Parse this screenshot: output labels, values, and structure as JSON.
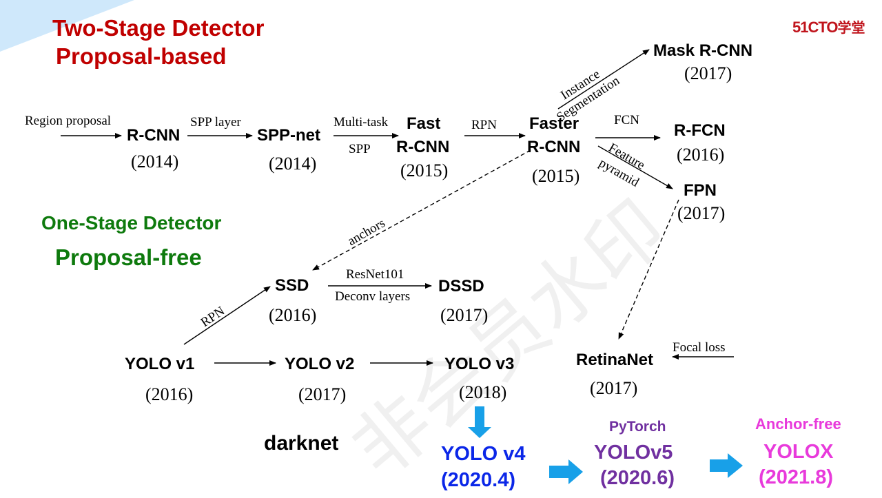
{
  "header": {
    "two_stage_title": "Two-Stage Detector",
    "two_stage_subtitle": "Proposal-based",
    "one_stage_title": "One-Stage Detector",
    "one_stage_subtitle": "Proposal-free"
  },
  "logo": {
    "text": "51CTO",
    "suffix": "学堂"
  },
  "watermark": "非会员水印",
  "nodes": {
    "rcnn": {
      "name": "R-CNN",
      "year": "(2014)"
    },
    "sppnet": {
      "name": "SPP-net",
      "year": "(2014)"
    },
    "fast_rcnn": {
      "name_line1": "Fast",
      "name_line2": "R-CNN",
      "year": "(2015)"
    },
    "faster_rcnn": {
      "name_line1": "Faster",
      "name_line2": "R-CNN",
      "year": "(2015)"
    },
    "mask_rcnn": {
      "name": "Mask R-CNN",
      "year": "(2017)"
    },
    "rfcn": {
      "name": "R-FCN",
      "year": "(2016)"
    },
    "fpn": {
      "name": "FPN",
      "year": "(2017)"
    },
    "ssd": {
      "name": "SSD",
      "year": "(2016)"
    },
    "dssd": {
      "name": "DSSD",
      "year": "(2017)"
    },
    "yolo1": {
      "name": "YOLO v1",
      "year": "(2016)"
    },
    "yolo2": {
      "name": "YOLO v2",
      "year": "(2017)"
    },
    "yolo3": {
      "name": "YOLO v3",
      "year": "(2018)"
    },
    "retinanet": {
      "name": "RetinaNet",
      "year": "(2017)"
    },
    "yolo4": {
      "name": "YOLO v4",
      "year": "(2020.4)"
    },
    "yolo5": {
      "name": "YOLOv5",
      "year": "(2020.6)",
      "tag": "PyTorch"
    },
    "yolox": {
      "name": "YOLOX",
      "year": "(2021.8)",
      "tag": "Anchor-free"
    },
    "darknet": {
      "name": "darknet"
    }
  },
  "edge_labels": {
    "region_proposal": "Region proposal",
    "spp_layer": "SPP layer",
    "multi_task": "Multi-task",
    "spp": "SPP",
    "rpn_top": "RPN",
    "instance": "Instance",
    "segmentation": "Segmentation",
    "fcn": "FCN",
    "feature": "Feature",
    "pyramid": "pyramid",
    "anchors": "anchors",
    "resnet101": "ResNet101",
    "deconv_layers": "Deconv layers",
    "rpn_bottom": "RPN",
    "focal_loss": "Focal loss"
  },
  "colors": {
    "two_stage": "#c00000",
    "one_stage": "#0e7a0d",
    "yolo4": "#0b27e8",
    "yolo5": "#7030a0",
    "yolox": "#e83adb",
    "arrow_blue": "#18a0e8",
    "corner": "#c8e6fb"
  }
}
